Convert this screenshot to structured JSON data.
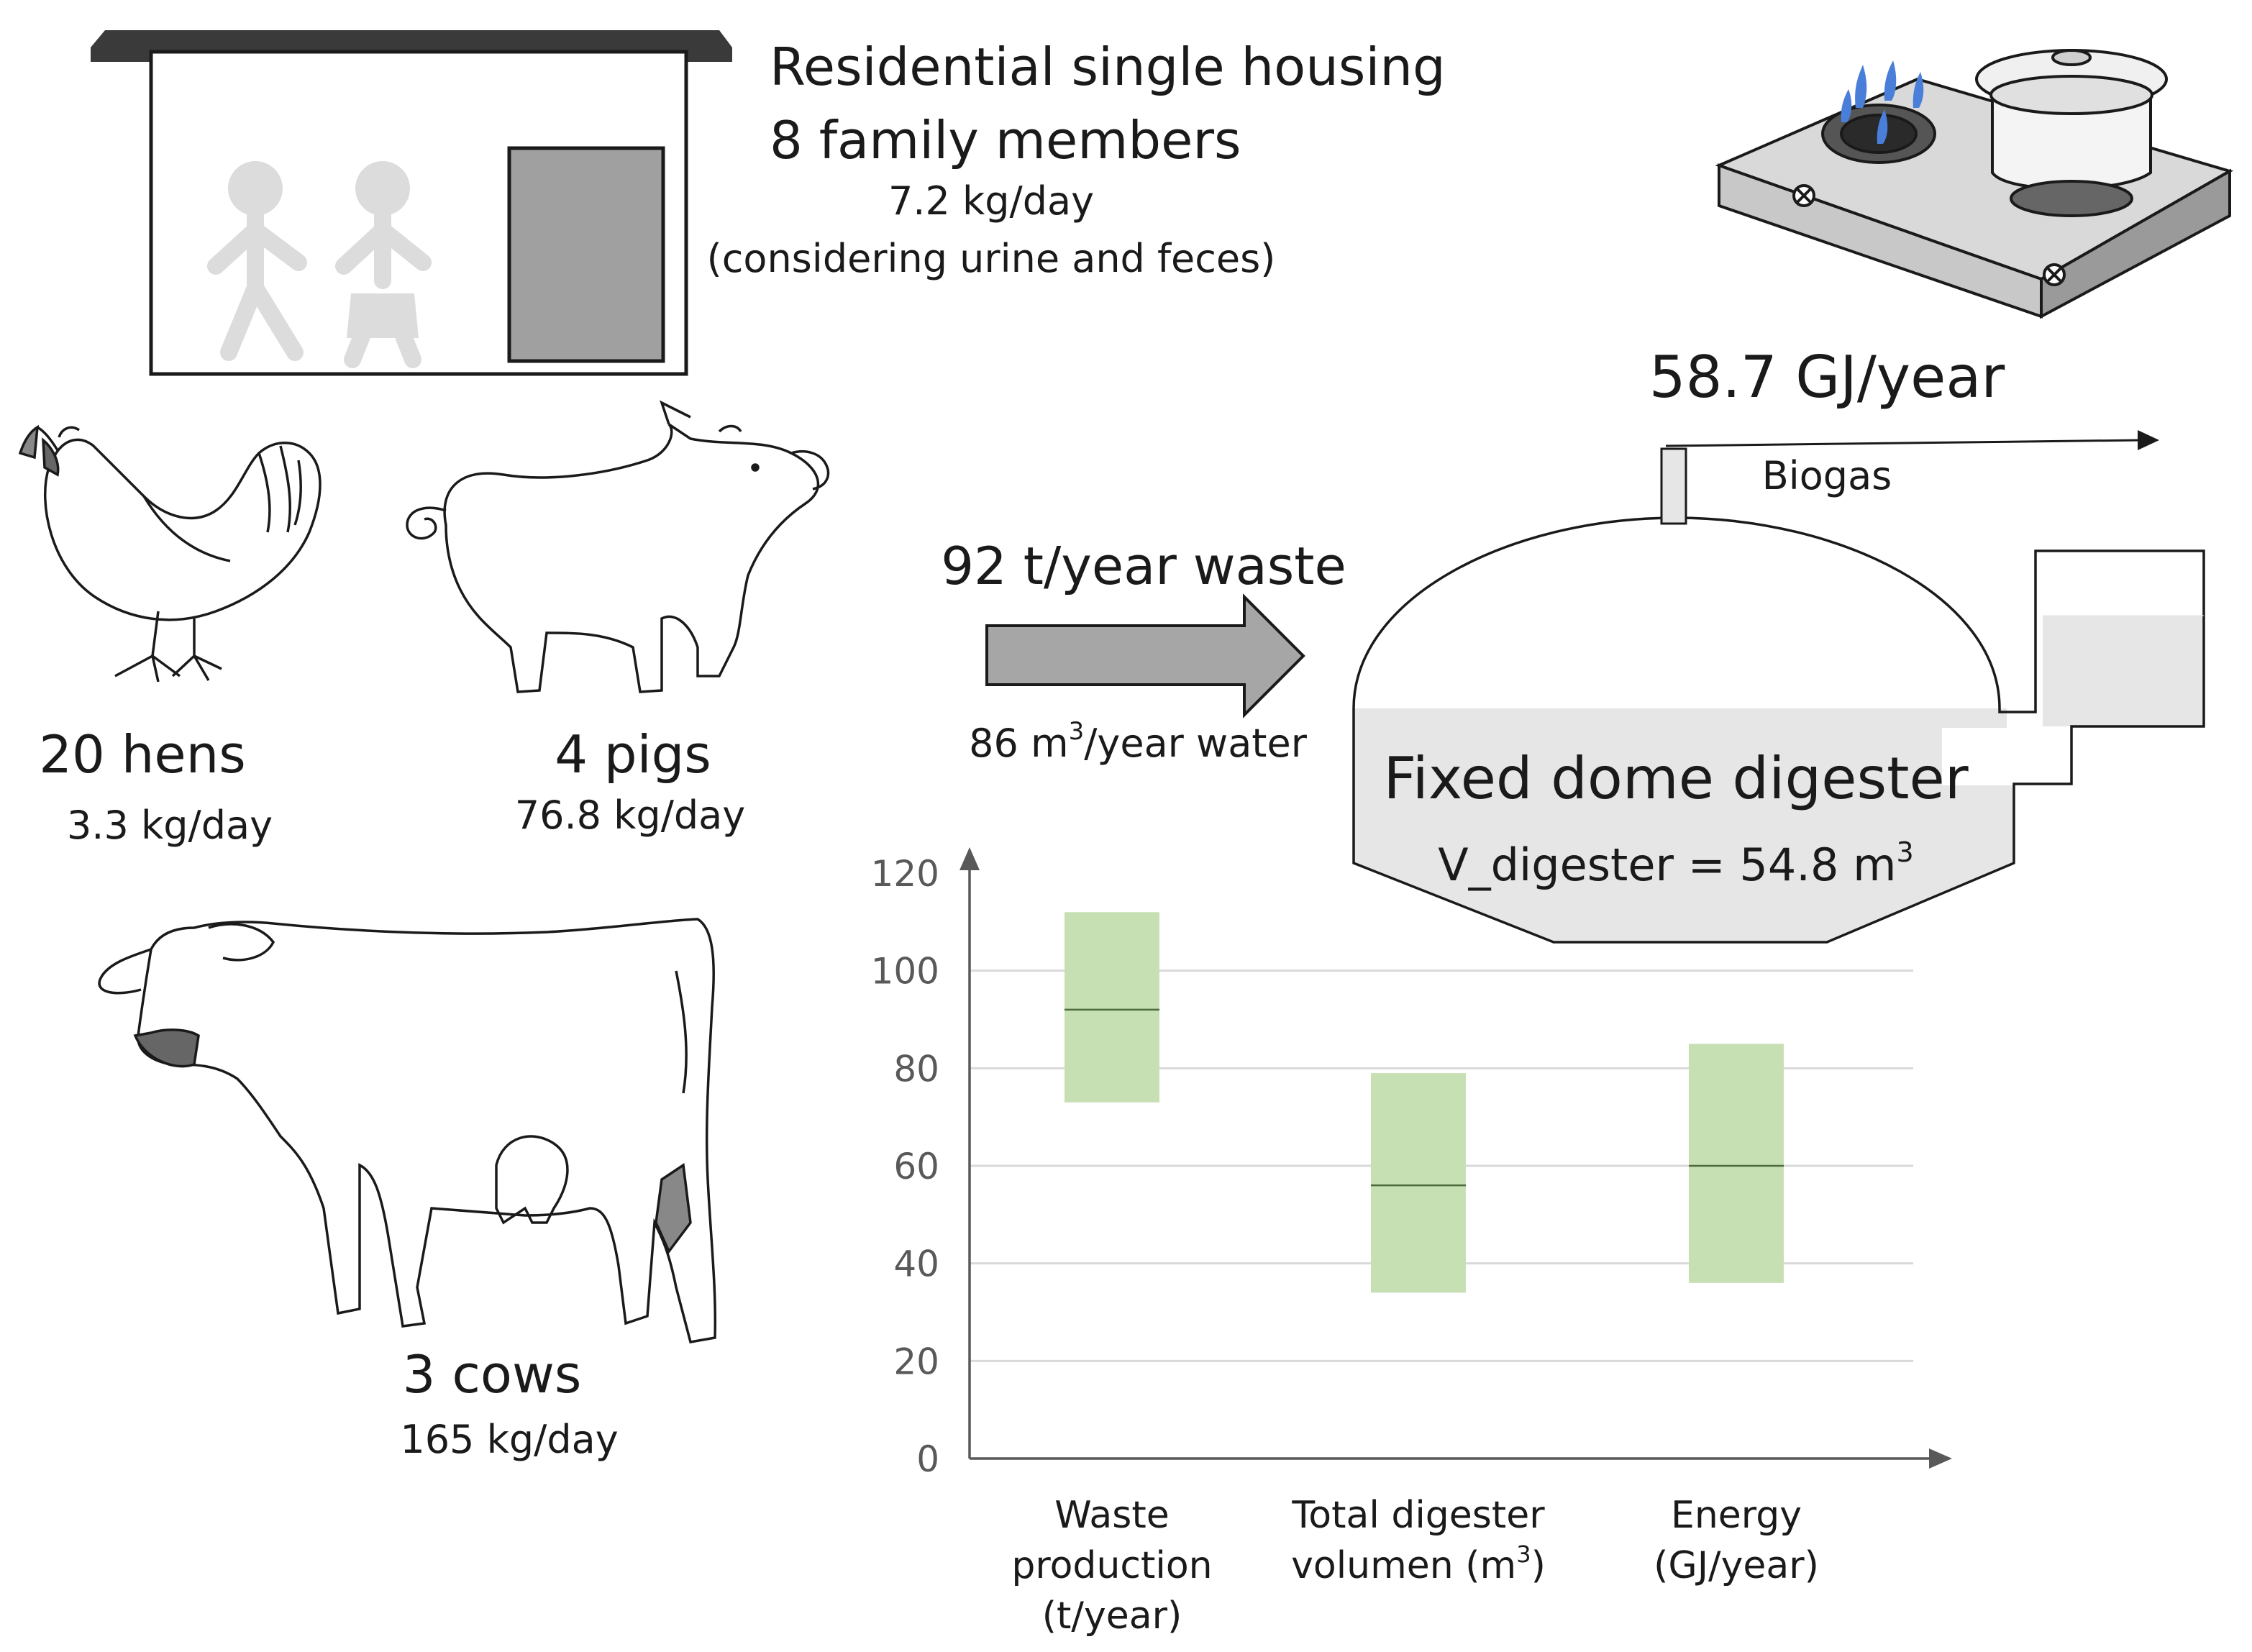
{
  "house": {
    "title": "Residential single housing",
    "members": "8 family members",
    "rate": "7.2 kg/day",
    "note": "(considering urine and feces)"
  },
  "animals": {
    "hens": {
      "label": "20 hens",
      "rate": "3.3 kg/day"
    },
    "pigs": {
      "label": "4 pigs",
      "rate": "76.8 kg/day"
    },
    "cows": {
      "label": "3 cows",
      "rate": "165 kg/day"
    }
  },
  "flow": {
    "waste": "92 t/year waste",
    "water_value": "86 m",
    "water_exp": "3",
    "water_unit": "/year water"
  },
  "digester": {
    "title": "Fixed dome digester",
    "volume_prefix": "V_digester = 54.8 m",
    "volume_exp": "3"
  },
  "biogas": {
    "energy": "58.7 GJ/year",
    "label": "Biogas"
  },
  "colors": {
    "box_fill": "#c6e0b4",
    "grid": "#d9d9d9",
    "axis": "#595959",
    "arrow_fill": "#a6a6a6",
    "digester_fill": "#e6e6e6",
    "flame": "#4a7fd9"
  },
  "icons": [
    "house-icon",
    "family-icon",
    "door-icon",
    "hen-icon",
    "pig-icon",
    "cow-icon",
    "stove-icon",
    "pot-icon",
    "flame-icon",
    "waste-arrow-icon",
    "digester-icon",
    "biogas-pipe-icon"
  ],
  "chart_data": {
    "type": "boxplot",
    "categories": [
      "Waste production (t/year)",
      "Total digester volumen (m3)",
      "Energy (GJ/year)"
    ],
    "category_lines": [
      [
        "Waste",
        "production",
        "(t/year)"
      ],
      [
        [
          "Total digester"
        ],
        [
          "volumen (m",
          "3",
          ")"
        ]
      ],
      [
        "Energy",
        "(GJ/year)"
      ]
    ],
    "boxes": [
      {
        "low": 73,
        "median": 92,
        "high": 112
      },
      {
        "low": 34,
        "median": 56,
        "high": 79
      },
      {
        "low": 36,
        "median": 60,
        "high": 85
      }
    ],
    "ylim": [
      0,
      120
    ],
    "yticks": [
      0,
      20,
      40,
      60,
      80,
      100,
      120
    ],
    "grid": true
  }
}
